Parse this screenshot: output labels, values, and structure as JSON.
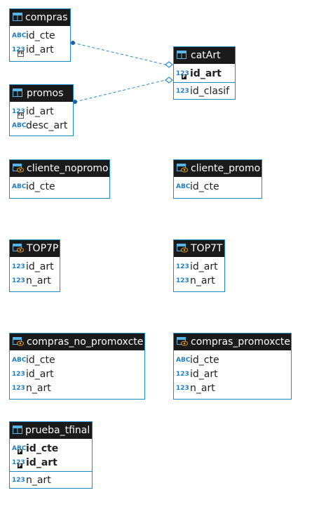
{
  "entities": {
    "compras": {
      "title": "compras",
      "kind": "table",
      "columns": [
        {
          "name": "id_cte",
          "type": "ABC"
        },
        {
          "name": "id_art",
          "type": "123",
          "badge": "fk"
        }
      ]
    },
    "promos": {
      "title": "promos",
      "kind": "table",
      "columns": [
        {
          "name": "id_art",
          "type": "123",
          "badge": "fk"
        },
        {
          "name": "desc_art",
          "type": "ABC"
        }
      ]
    },
    "catArt": {
      "title": "catArt",
      "kind": "table",
      "columns": [
        {
          "name": "id_art",
          "type": "123",
          "badge": "pk",
          "bold": true
        },
        {
          "name": "id_clasif",
          "type": "123"
        }
      ]
    },
    "cliente_nopromo": {
      "title": "cliente_nopromo",
      "kind": "view",
      "columns": [
        {
          "name": "id_cte",
          "type": "ABC"
        }
      ]
    },
    "cliente_promo": {
      "title": "cliente_promo",
      "kind": "view",
      "columns": [
        {
          "name": "id_cte",
          "type": "ABC"
        }
      ]
    },
    "top7p": {
      "title": "TOP7P",
      "kind": "view",
      "columns": [
        {
          "name": "id_art",
          "type": "123"
        },
        {
          "name": "n_art",
          "type": "123"
        }
      ]
    },
    "top7t": {
      "title": "TOP7T",
      "kind": "view",
      "columns": [
        {
          "name": "id_art",
          "type": "123"
        },
        {
          "name": "n_art",
          "type": "123"
        }
      ]
    },
    "compras_no_promoxcte": {
      "title": "compras_no_promoxcte",
      "kind": "view",
      "columns": [
        {
          "name": "id_cte",
          "type": "ABC"
        },
        {
          "name": "id_art",
          "type": "123"
        },
        {
          "name": "n_art",
          "type": "123"
        }
      ]
    },
    "compras_promoxcte": {
      "title": "compras_promoxcte",
      "kind": "view",
      "columns": [
        {
          "name": "id_cte",
          "type": "ABC"
        },
        {
          "name": "id_art",
          "type": "123"
        },
        {
          "name": "n_art",
          "type": "123"
        }
      ]
    },
    "prueba_tfinal": {
      "title": "prueba_tfinal",
      "kind": "table",
      "columns": [
        {
          "name": "id_cte",
          "type": "ABC",
          "badge": "pk",
          "bold": true
        },
        {
          "name": "id_art",
          "type": "123",
          "badge": "pk",
          "bold": true
        },
        {
          "name": "n_art",
          "type": "123",
          "divider": true
        }
      ]
    }
  },
  "relations": [
    {
      "from": "compras",
      "to": "catArt"
    },
    {
      "from": "promos",
      "to": "catArt"
    }
  ],
  "colors": {
    "border": "#1b8cc4",
    "header": "#1a1a1a",
    "type_icon": "#1e7fc4",
    "link": "#2a8ac8"
  }
}
